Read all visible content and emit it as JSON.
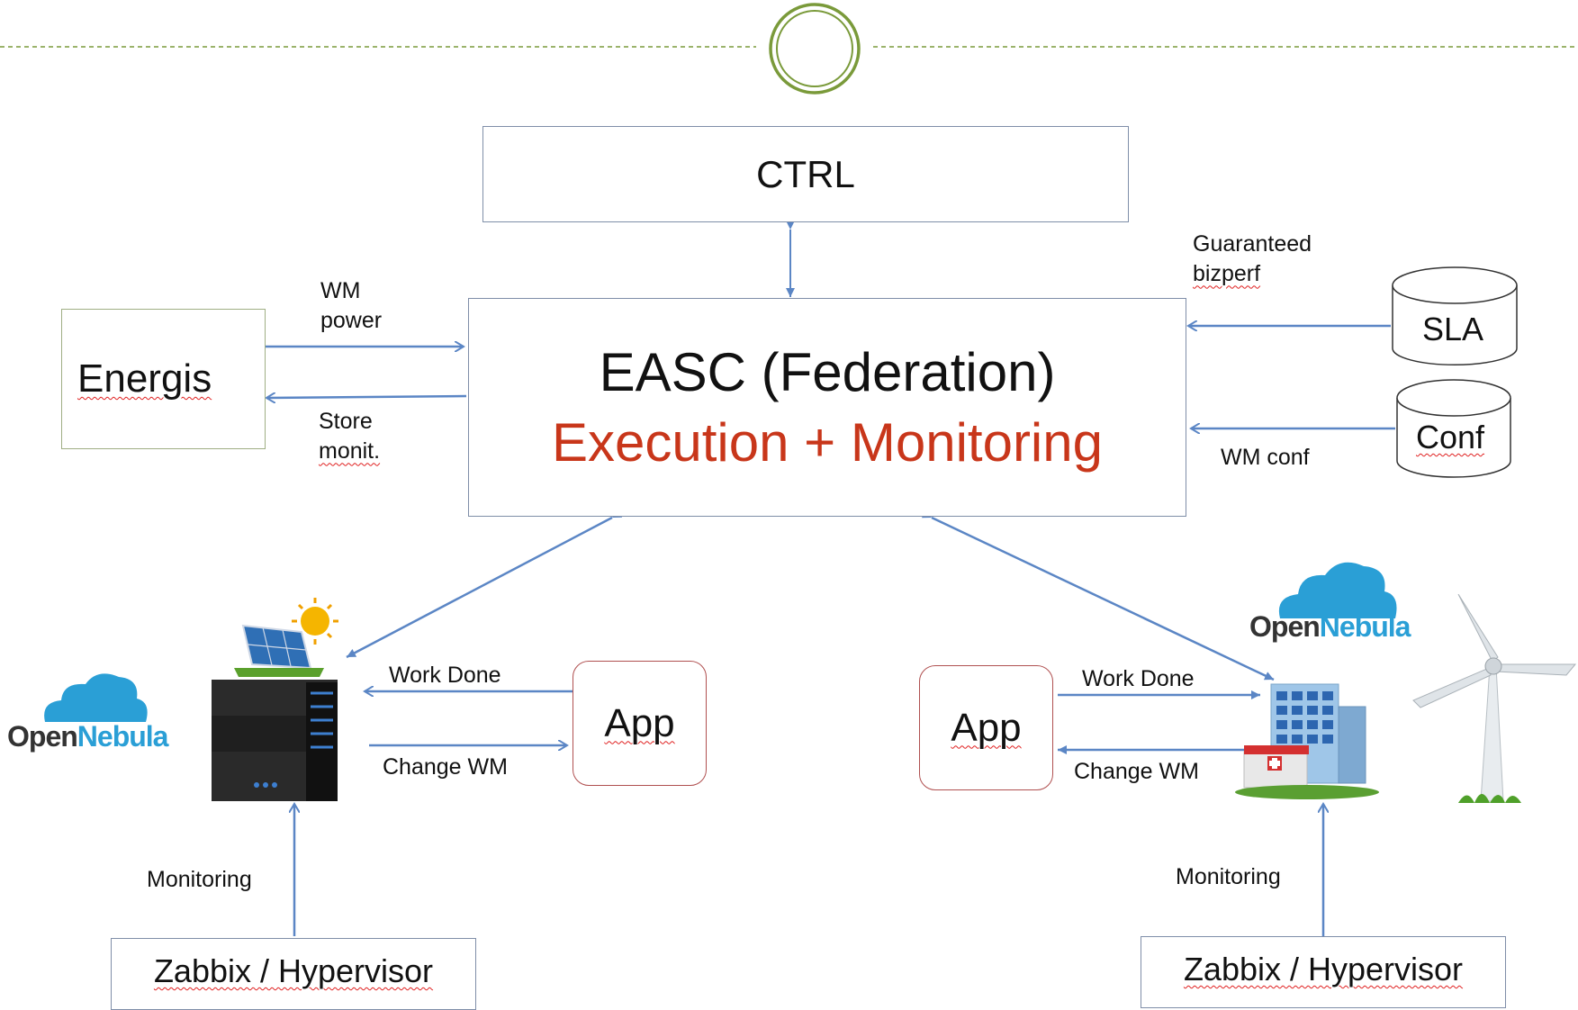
{
  "ctrl": {
    "label": "CTRL"
  },
  "easc": {
    "title": "EASC (Federation)",
    "subtitle": "Execution + Monitoring"
  },
  "energis": {
    "label": "Energis"
  },
  "sla": {
    "label": "SLA"
  },
  "conf": {
    "label": "Conf"
  },
  "labels": {
    "wm_power_1": "WM",
    "wm_power_2": "power",
    "store_1": "Store",
    "store_2": "monit.",
    "guaranteed_1": "Guaranteed",
    "guaranteed_2": "bizperf",
    "wm_conf": "WM conf"
  },
  "left": {
    "work_done": "Work Done",
    "change_wm": "Change WM",
    "app": "App",
    "monitoring": "Monitoring",
    "zabbix": "Zabbix / Hypervisor",
    "logo_open": "Open",
    "logo_nebula": "Nebula"
  },
  "right": {
    "work_done": "Work Done",
    "change_wm": "Change WM",
    "app": "App",
    "monitoring": "Monitoring",
    "zabbix": "Zabbix / Hypervisor",
    "logo_open": "Open",
    "logo_nebula": "Nebula"
  },
  "colors": {
    "arrow": "#5b86c5",
    "accent_red": "#c8361a",
    "cloud": "#2a9fd6",
    "header_green": "#6e8f2e"
  }
}
